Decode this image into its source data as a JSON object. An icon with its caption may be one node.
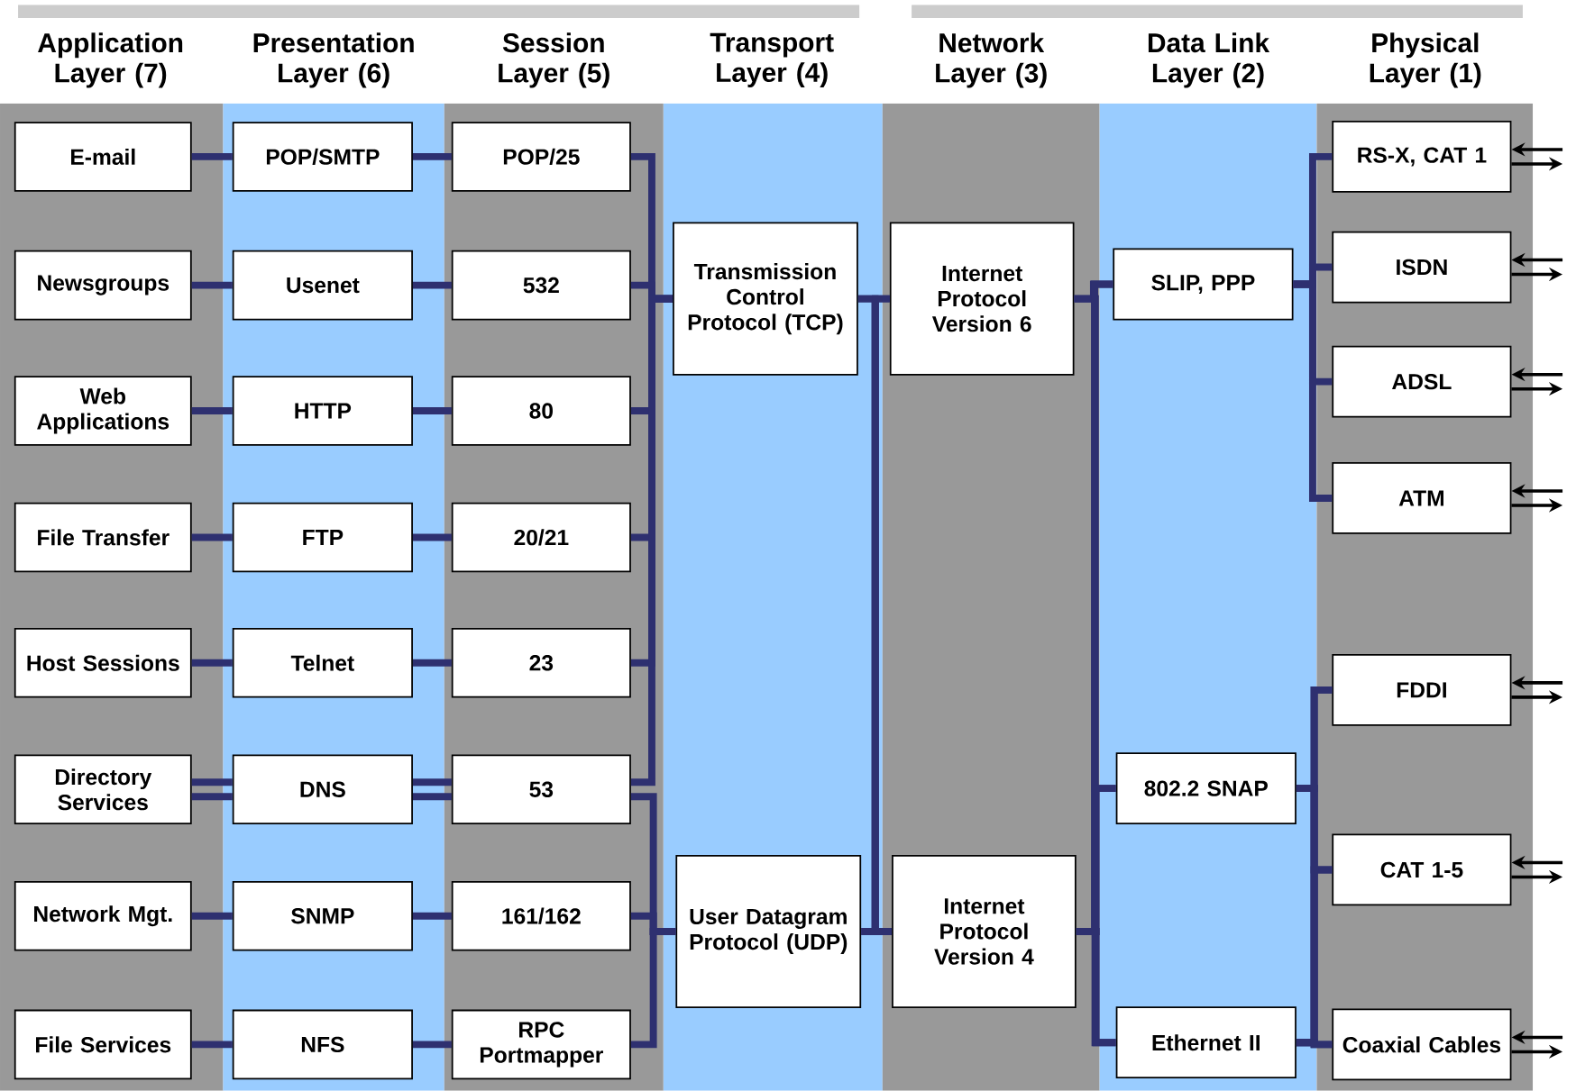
{
  "diagram": {
    "nodes": [
      {
        "text": [
          "E-mail"
        ]
      },
      {
        "text": [
          "Newsgroups"
        ]
      },
      {
        "text": [
          "Web Applications"
        ]
      },
      {
        "text": [
          "File Transfer"
        ]
      },
      {
        "text": [
          "Host Sessions"
        ]
      },
      {
        "text": [
          "Directory Services"
        ]
      },
      {
        "text": [
          "Network Mgt."
        ]
      },
      {
        "text": [
          "File Services"
        ]
      },
      {
        "text": [
          "POP/SMTP"
        ]
      },
      {
        "text": [
          "Usenet"
        ]
      },
      {
        "text": [
          "HTTP"
        ]
      },
      {
        "text": [
          "FTP"
        ]
      },
      {
        "text": [
          "Telnet"
        ]
      },
      {
        "text": [
          "DNS"
        ]
      },
      {
        "text": [
          "SNMP"
        ]
      },
      {
        "text": [
          "NFS"
        ]
      },
      {
        "text": [
          "POP/25"
        ]
      },
      {
        "text": [
          "532"
        ]
      },
      {
        "text": [
          "80"
        ]
      },
      {
        "text": [
          "20/21"
        ]
      },
      {
        "text": [
          "23"
        ]
      },
      {
        "text": [
          "53"
        ]
      },
      {
        "text": [
          "161/162"
        ]
      },
      {
        "text": [
          "RPC Portmapper"
        ]
      },
      {
        "text": [
          "Transmission Control Protocol (TCP)"
        ]
      },
      {
        "text": [
          "User Datagram Protocol (UDP)"
        ]
      },
      {
        "text": [
          "Internet Protocol Version 6"
        ]
      },
      {
        "text": [
          "Internet Protocol Version 4"
        ]
      },
      {
        "text": [
          "SLIP, PPP"
        ]
      },
      {
        "text": [
          "802.2 SNAP"
        ]
      },
      {
        "text": [
          "Ethernet II"
        ]
      },
      {
        "text": [
          "RS-X, CAT 1"
        ]
      },
      {
        "text": [
          "ISDN"
        ]
      },
      {
        "text": [
          "ADSL"
        ]
      },
      {
        "text": [
          "ATM"
        ]
      },
      {
        "text": [
          "FDDI"
        ]
      },
      {
        "text": [
          "CAT 1-5"
        ]
      },
      {
        "text": [
          "Coaxial Cables"
        ]
      }
    ],
    "edges": [
      {
        "from": 0,
        "to": 8,
        "arrow": "none"
      },
      {
        "from": 1,
        "to": 9,
        "arrow": "none"
      },
      {
        "from": 2,
        "to": 10,
        "arrow": "none"
      },
      {
        "from": 3,
        "to": 11,
        "arrow": "none"
      },
      {
        "from": 4,
        "to": 12,
        "arrow": "none"
      },
      {
        "from": 5,
        "to": 13,
        "arrow": "none"
      },
      {
        "from": 5,
        "to": 13,
        "arrow": "none"
      },
      {
        "from": 6,
        "to": 14,
        "arrow": "none"
      },
      {
        "from": 7,
        "to": 15,
        "arrow": "none"
      },
      {
        "from": 8,
        "to": 16,
        "arrow": "none"
      },
      {
        "from": 9,
        "to": 17,
        "arrow": "none"
      },
      {
        "from": 10,
        "to": 18,
        "arrow": "none"
      },
      {
        "from": 11,
        "to": 19,
        "arrow": "none"
      },
      {
        "from": 12,
        "to": 20,
        "arrow": "none"
      },
      {
        "from": 13,
        "to": 21,
        "arrow": "none"
      },
      {
        "from": 13,
        "to": 21,
        "arrow": "none"
      },
      {
        "from": 14,
        "to": 22,
        "arrow": "none"
      },
      {
        "from": 15,
        "to": 23,
        "arrow": "none"
      },
      {
        "from": 16,
        "to": 24,
        "arrow": "none"
      },
      {
        "from": 17,
        "to": 24,
        "arrow": "none"
      },
      {
        "from": 18,
        "to": 24,
        "arrow": "none"
      },
      {
        "from": 19,
        "to": 24,
        "arrow": "none"
      },
      {
        "from": 20,
        "to": 24,
        "arrow": "none"
      },
      {
        "from": 21,
        "to": 24,
        "arrow": "none"
      },
      {
        "from": 21,
        "to": 25,
        "arrow": "none"
      },
      {
        "from": 22,
        "to": 25,
        "arrow": "none"
      },
      {
        "from": 23,
        "to": 25,
        "arrow": "none"
      },
      {
        "from": 24,
        "to": 26,
        "arrow": "none"
      },
      {
        "from": 24,
        "to": 27,
        "arrow": "none"
      },
      {
        "from": 25,
        "to": 26,
        "arrow": "none"
      },
      {
        "from": 25,
        "to": 27,
        "arrow": "none"
      },
      {
        "from": 26,
        "to": 28,
        "arrow": "none"
      },
      {
        "from": 26,
        "to": 29,
        "arrow": "none"
      },
      {
        "from": 26,
        "to": 30,
        "arrow": "none"
      },
      {
        "from": 27,
        "to": 28,
        "arrow": "none"
      },
      {
        "from": 27,
        "to": 29,
        "arrow": "none"
      },
      {
        "from": 27,
        "to": 30,
        "arrow": "none"
      },
      {
        "from": 28,
        "to": 31,
        "arrow": "none"
      },
      {
        "from": 28,
        "to": 32,
        "arrow": "none"
      },
      {
        "from": 28,
        "to": 33,
        "arrow": "none"
      },
      {
        "from": 28,
        "to": 34,
        "arrow": "none"
      },
      {
        "from": 29,
        "to": 35,
        "arrow": "none"
      },
      {
        "from": 29,
        "to": 36,
        "arrow": "none"
      },
      {
        "from": 29,
        "to": 37,
        "arrow": "none"
      },
      {
        "from": 30,
        "to": 35,
        "arrow": "none"
      },
      {
        "from": 30,
        "to": 36,
        "arrow": "none"
      },
      {
        "from": 30,
        "to": 37,
        "arrow": "none"
      },
      {
        "from": null,
        "to": 31,
        "arrow": "to",
        "color": "#000000"
      },
      {
        "from": 31,
        "to": null,
        "arrow": "to",
        "color": "#000000"
      },
      {
        "from": null,
        "to": 32,
        "arrow": "to",
        "color": "#000000"
      },
      {
        "from": 32,
        "to": null,
        "arrow": "to",
        "color": "#000000"
      },
      {
        "from": null,
        "to": 33,
        "arrow": "to",
        "color": "#000000"
      },
      {
        "from": 33,
        "to": null,
        "arrow": "to",
        "color": "#000000"
      },
      {
        "from": null,
        "to": 34,
        "arrow": "to",
        "color": "#000000"
      },
      {
        "from": 34,
        "to": null,
        "arrow": "to",
        "color": "#000000"
      },
      {
        "from": null,
        "to": 35,
        "arrow": "to",
        "color": "#000000"
      },
      {
        "from": 35,
        "to": null,
        "arrow": "to",
        "color": "#000000"
      },
      {
        "from": null,
        "to": 36,
        "arrow": "to",
        "color": "#000000"
      },
      {
        "from": 36,
        "to": null,
        "arrow": "to",
        "color": "#000000"
      },
      {
        "from": null,
        "to": 37,
        "arrow": "to",
        "color": "#000000"
      },
      {
        "from": 37,
        "to": null,
        "arrow": "to",
        "color": "#000000"
      }
    ],
    "labels": [
      "Application Layer (7)",
      "Presentation Layer (6)",
      "Session Layer (5)",
      "Transport Layer (4)",
      "Network Layer (3)",
      "Data Link Layer (2)",
      "Physical Layer (1)"
    ]
  }
}
